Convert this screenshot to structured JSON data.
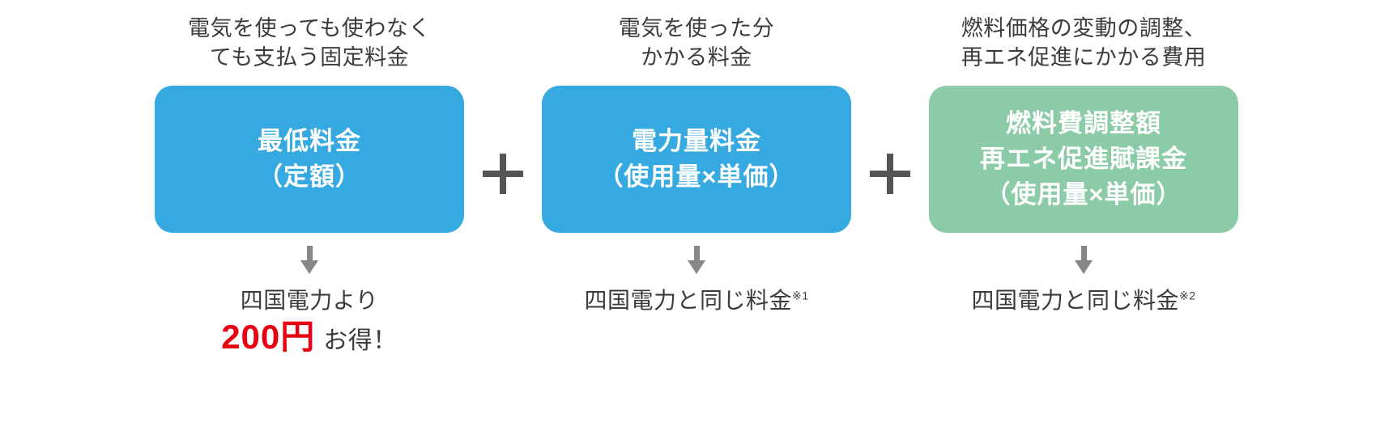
{
  "theme": {
    "blue": "#36a9e1",
    "green": "#8ccba8",
    "red": "#e60012",
    "text": "#3c3c3c",
    "arrow_gray": "#878787",
    "plus_gray": "#555555",
    "background": "#ffffff"
  },
  "operators": {
    "plus_1": "+",
    "plus_2": "+"
  },
  "columns": [
    {
      "caption": "電気を使っても使わなく\nても支払う固定料金",
      "box": {
        "text": "最低料金\n（定額）",
        "color": "#36a9e1"
      },
      "arrow": "down-arrow",
      "footnote": {
        "line1": "四国電力より",
        "amount": "200円",
        "suffix": "お得！",
        "note_marker": ""
      }
    },
    {
      "caption": "電気を使った分\nかかる料金",
      "box": {
        "text": "電力量料金\n（使用量×単価）",
        "color": "#36a9e1"
      },
      "arrow": "down-arrow",
      "footnote": {
        "line1": "四国電力と同じ料金",
        "amount": "",
        "suffix": "",
        "note_marker": "※1"
      }
    },
    {
      "caption": "燃料価格の変動の調整、\n再エネ促進にかかる費用",
      "box": {
        "text": "燃料費調整額\n再エネ促進賦課金\n（使用量×単価）",
        "color": "#8ccba8"
      },
      "arrow": "down-arrow",
      "footnote": {
        "line1": "四国電力と同じ料金",
        "amount": "",
        "suffix": "",
        "note_marker": "※2"
      }
    }
  ]
}
